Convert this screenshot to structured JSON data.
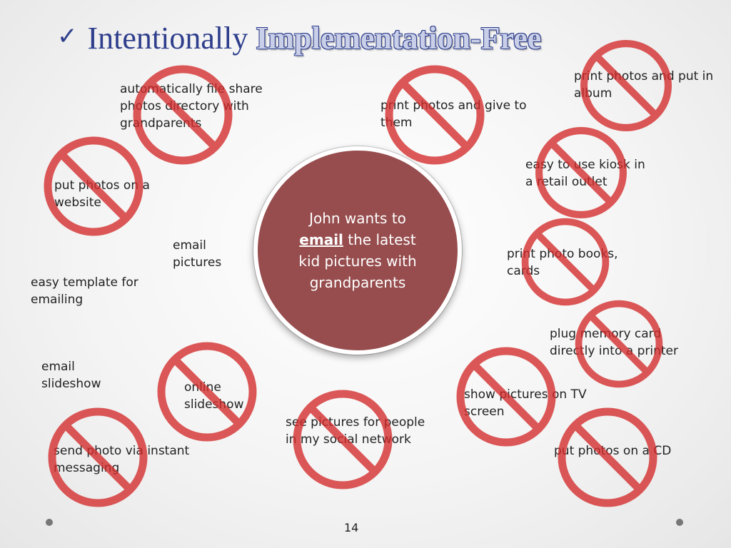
{
  "title": {
    "check": "✓",
    "plain": "Intentionally ",
    "bold": "Implementation-Free"
  },
  "center": {
    "line1": "John wants to",
    "emph": "email",
    "rest": " the latest kid pictures with grandparents"
  },
  "ideas": {
    "auto_share": "automatically file share photos directory with grandparents",
    "print_give": "print photos and give to them",
    "print_album": "print photos and put in album",
    "website": "put photos on a website",
    "kiosk": "easy to use kiosk in a retail outlet",
    "email_pictures": "email pictures",
    "print_books": "print photo books, cards",
    "template": "easy template for emailing",
    "memory_card": "plug memory card directly into a printer",
    "email_slideshow": "email slideshow",
    "online_slideshow": "online slideshow",
    "tv_screen": "show pictures on TV screen",
    "social": "see pictures for people in my social network",
    "instant_msg": "send photo via instant messaging",
    "cd": "put photos on a CD"
  },
  "page_number": "14",
  "colors": {
    "title": "#2e3e8c",
    "circle_fill": "#974d4e",
    "prohibit_red": "#d42a2a"
  }
}
